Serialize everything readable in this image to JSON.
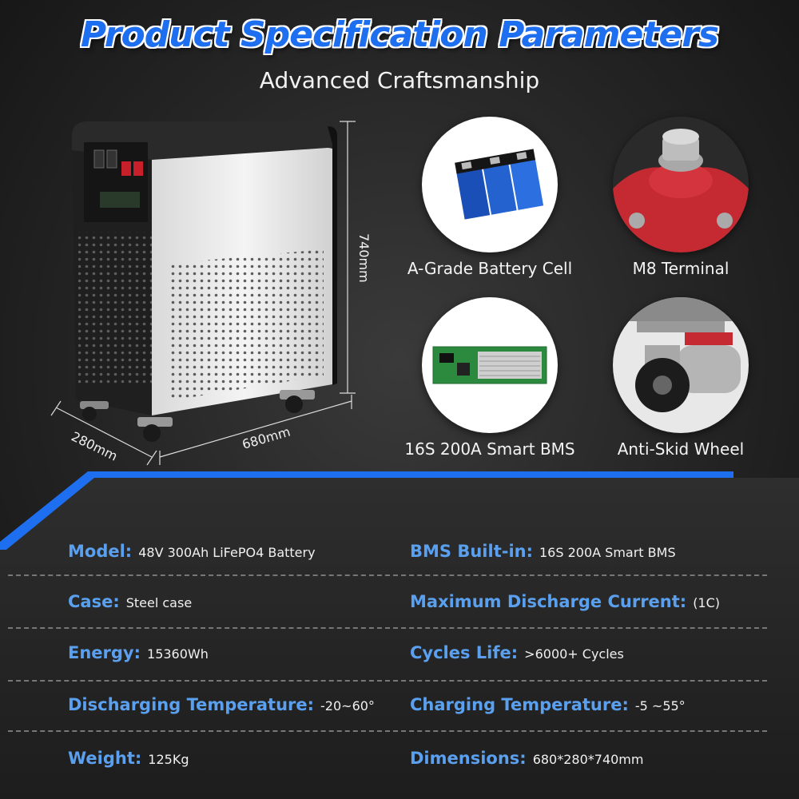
{
  "header": {
    "title": "Product Specification Parameters",
    "subtitle": "Advanced Craftsmanship"
  },
  "product": {
    "height_label": "740mm",
    "width_label": "680mm",
    "depth_label": "280mm"
  },
  "features": [
    {
      "label": "A-Grade Battery Cell",
      "icon": "battery-cell-icon"
    },
    {
      "label": "M8 Terminal",
      "icon": "terminal-icon"
    },
    {
      "label": "16S 200A Smart BMS",
      "icon": "bms-board-icon"
    },
    {
      "label": "Anti-Skid Wheel",
      "icon": "wheel-icon"
    }
  ],
  "specs": [
    {
      "key": "Model:",
      "value": "48V 300Ah LiFePO4 Battery"
    },
    {
      "key": "BMS Built-in:",
      "value": "16S 200A Smart BMS"
    },
    {
      "key": "Case:",
      "value": "Steel case"
    },
    {
      "key": "Maximum Discharge Current:",
      "value": "(1C)"
    },
    {
      "key": "Energy:",
      "value": "15360Wh"
    },
    {
      "key": "Cycles Life:",
      "value": ">6000+ Cycles"
    },
    {
      "key": "Discharging Temperature:",
      "value": "-20~60°"
    },
    {
      "key": "Charging Temperature:",
      "value": "-5 ~55°"
    },
    {
      "key": "Weight:",
      "value": "125Kg"
    },
    {
      "key": "Dimensions:",
      "value": "680*280*740mm"
    }
  ],
  "colors": {
    "accent_blue": "#1e6ff0",
    "key_blue": "#5aa0ef",
    "panel_dark": "#2b2b2b"
  }
}
